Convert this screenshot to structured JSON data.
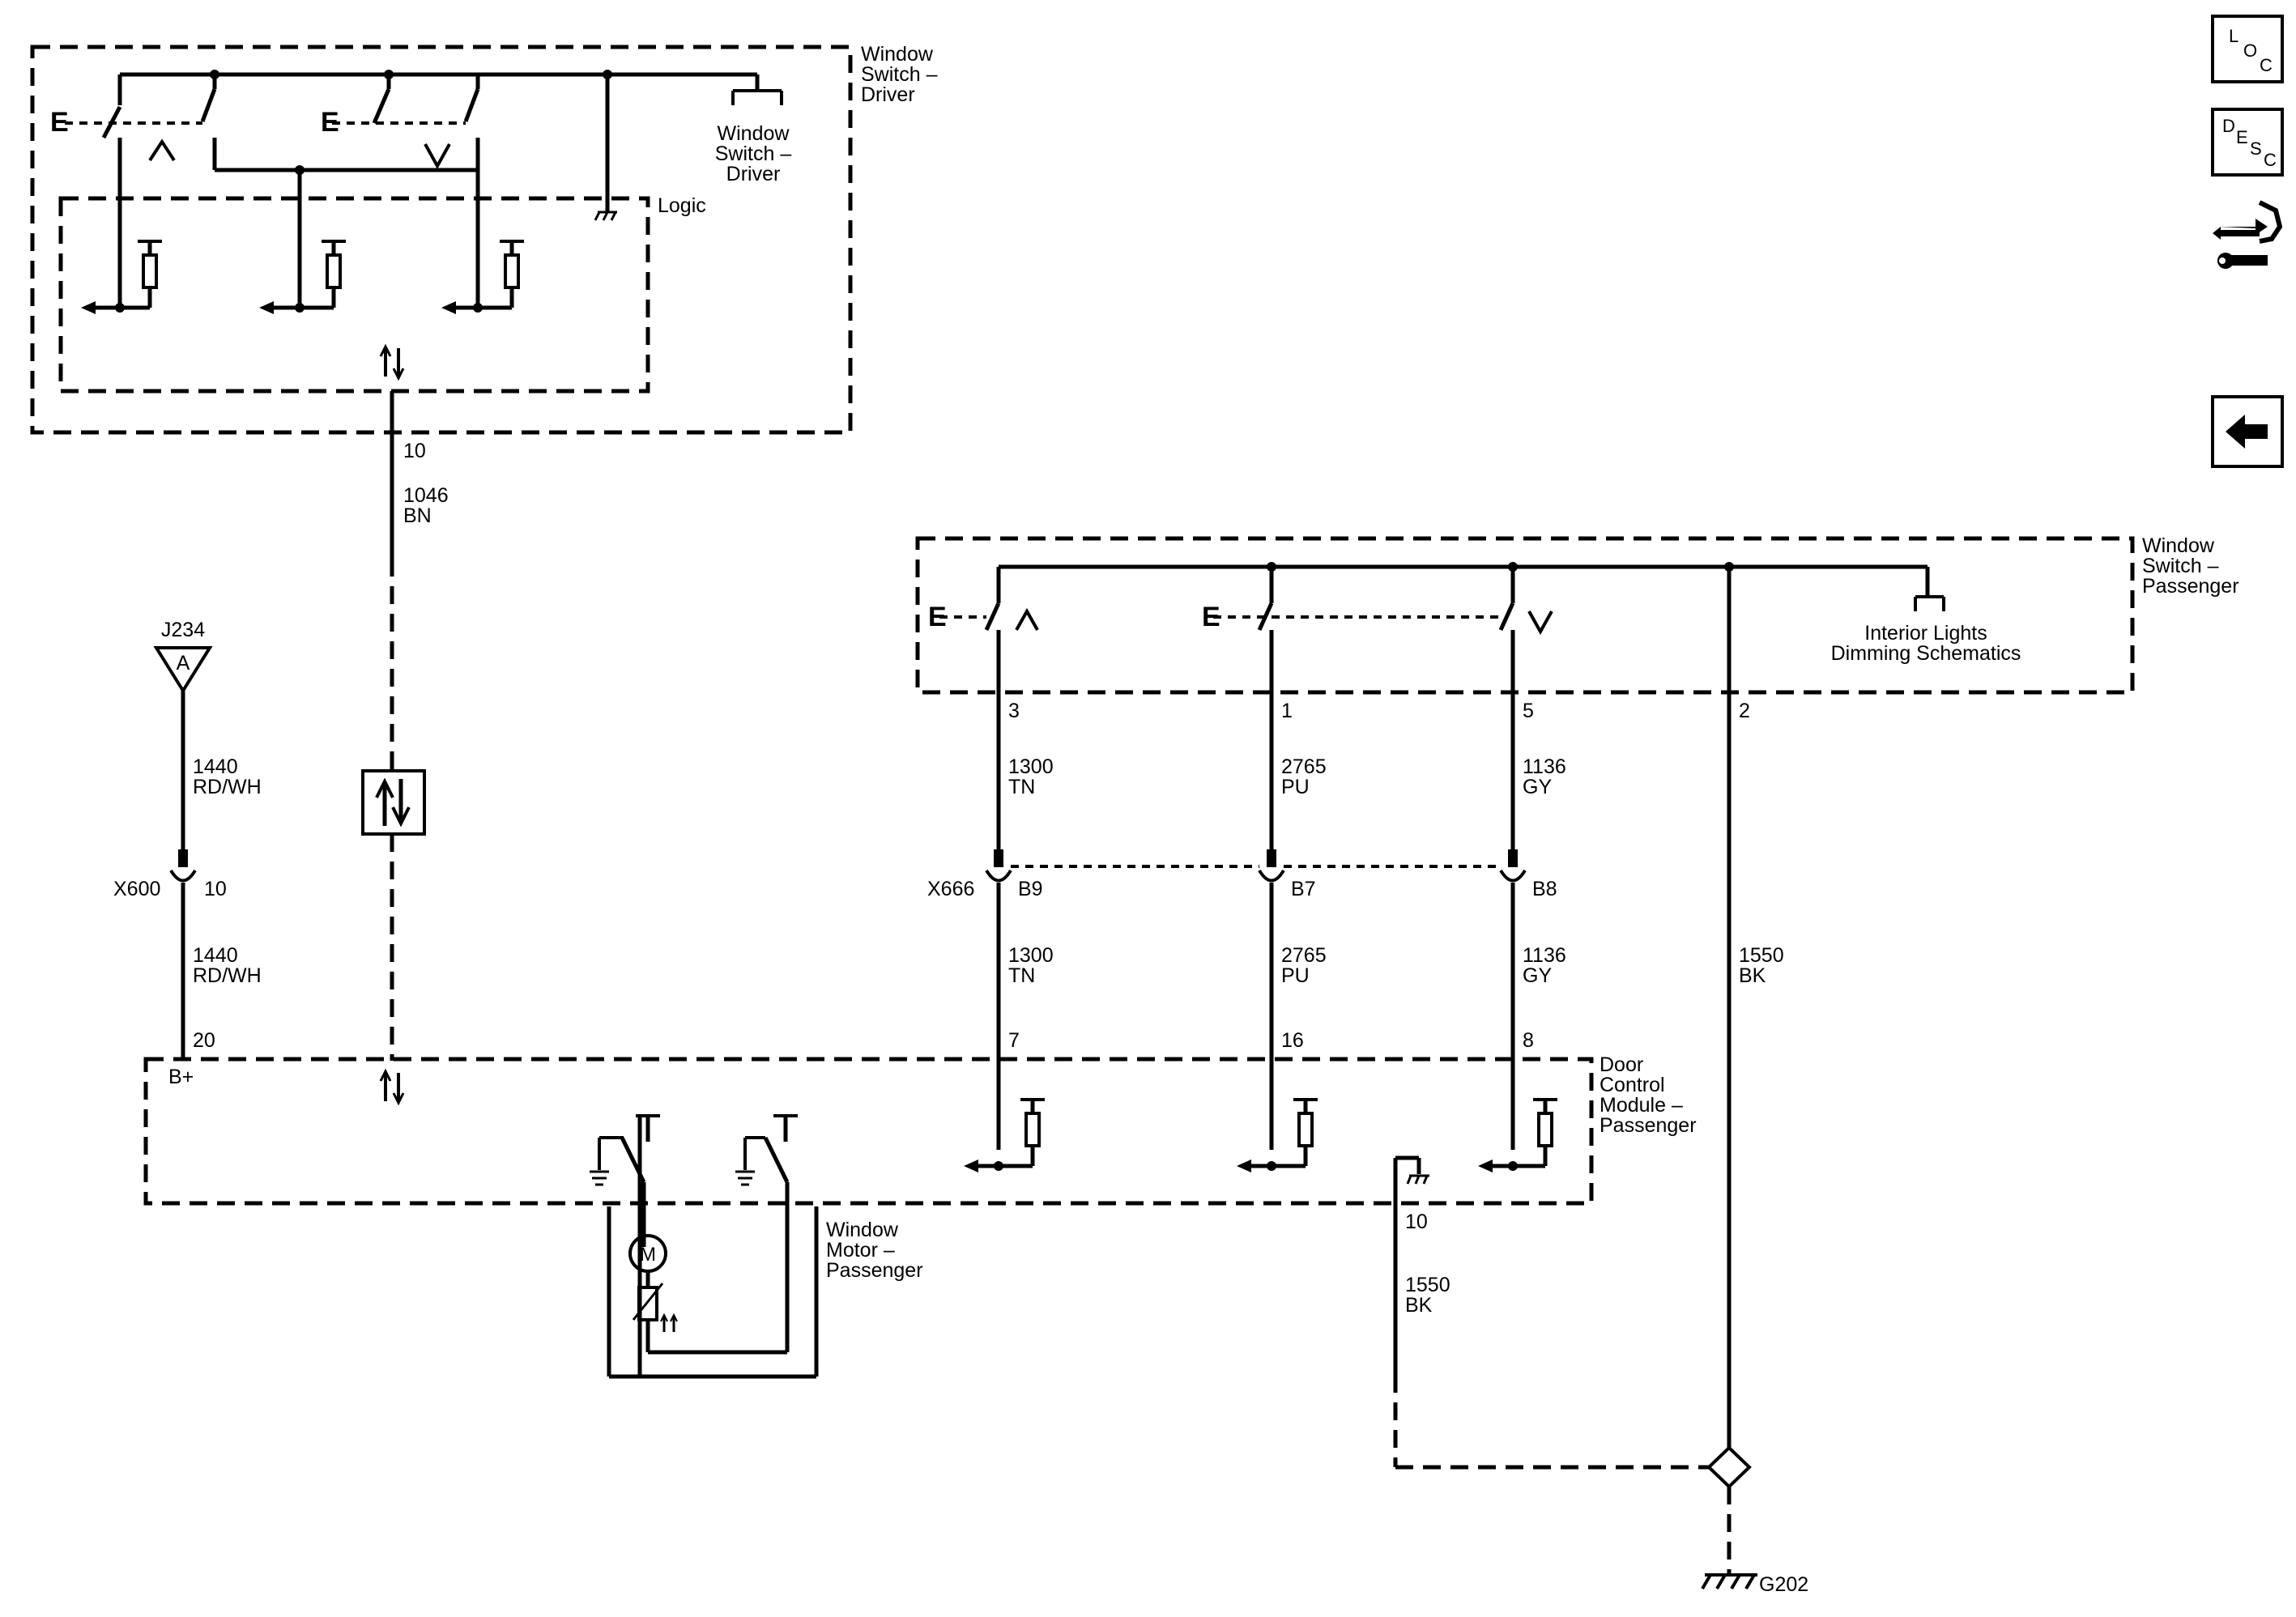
{
  "nav": {
    "loc": {
      "l": "L",
      "o": "O",
      "c": "C"
    },
    "desc": {
      "d": "D",
      "e": "E",
      "s": "S",
      "c": "C"
    }
  },
  "driver_switch": {
    "name_lines": [
      "Window",
      "Switch –",
      "Driver"
    ],
    "inner_lines": [
      "Window",
      "Switch –",
      "Driver"
    ],
    "logic_label": "Logic",
    "pin": "10",
    "circuit": "1046",
    "color": "BN"
  },
  "passenger_switch": {
    "name_lines": [
      "Window",
      "Switch –",
      "Passenger"
    ],
    "dimming_lines": [
      "Interior Lights",
      "Dimming Schematics"
    ],
    "pins": [
      "3",
      "1",
      "5",
      "2"
    ]
  },
  "j234": {
    "name": "J234",
    "pin": "A"
  },
  "x600": {
    "name": "X600",
    "pin": "10"
  },
  "x666": {
    "name": "X666",
    "pins": [
      "B9",
      "B7",
      "B8"
    ]
  },
  "wires": {
    "w1440_upper": {
      "circuit": "1440",
      "color": "RD/WH"
    },
    "w1440_lower": {
      "circuit": "1440",
      "color": "RD/WH"
    },
    "w1300_upper": {
      "circuit": "1300",
      "color": "TN"
    },
    "w2765_upper": {
      "circuit": "2765",
      "color": "PU"
    },
    "w1136_upper": {
      "circuit": "1136",
      "color": "GY"
    },
    "w1300_lower": {
      "circuit": "1300",
      "color": "TN"
    },
    "w2765_lower": {
      "circuit": "2765",
      "color": "PU"
    },
    "w1136_lower": {
      "circuit": "1136",
      "color": "GY"
    },
    "w1550_right": {
      "circuit": "1550",
      "color": "BK"
    },
    "w1550_left": {
      "circuit": "1550",
      "color": "BK"
    }
  },
  "dcm": {
    "name_lines": [
      "Door",
      "Control",
      "Module –",
      "Passenger"
    ],
    "bplus": "B+",
    "pins": [
      "20",
      "7",
      "16",
      "8",
      "10"
    ]
  },
  "motor": {
    "name_lines": [
      "Window",
      "Motor –",
      "Passenger"
    ],
    "symbol": "M"
  },
  "ground": {
    "name": "G202"
  },
  "switch_marks": {
    "e": "E",
    "up": "Λ",
    "down": "V"
  }
}
